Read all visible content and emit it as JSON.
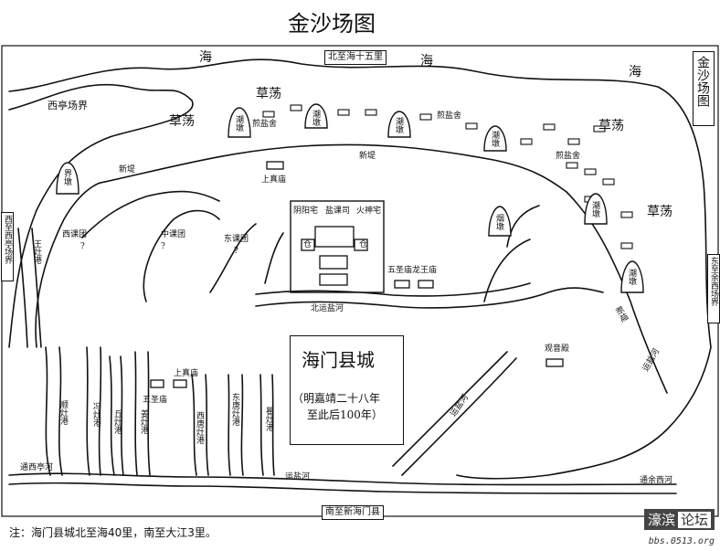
{
  "title": "金沙场图",
  "side_title": "金沙场图",
  "north_label": "北至海十五里",
  "south_label": "南至新海门县",
  "west_label": "西至西亭场界",
  "east_label": "东至余西场界",
  "sea_labels": [
    "海",
    "海",
    "海"
  ],
  "grass_labels": [
    "草荡",
    "草荡",
    "草荡",
    "草荡"
  ],
  "chaodun_label": "潮墩",
  "yandun_label": "烟墩",
  "jiedun_label": "界墩",
  "jianyanshe_label": "煎盐舍",
  "xiting_border": "西亭场界",
  "xindi_label": "新堤",
  "shangzhenmiao": "上真庙",
  "shangzhenmiao_small": "上真庙",
  "wushengmiao_small": "五圣庙",
  "ketuan": [
    "西课团",
    "中课团",
    "东课团"
  ],
  "question": "?",
  "compound": {
    "yinyang": "阴阳宅",
    "yanke": "盐课司",
    "huoshen": "火神宅",
    "cang": "仓"
  },
  "wushengmiao_longwang": "五圣庙龙王庙",
  "beiyun_river": "北运盐河",
  "city": {
    "name": "海门县城",
    "note_line1": "（明嘉靖二十八年",
    "note_line2": "至此后100年）"
  },
  "guanyindian": "观音殿",
  "xindi_diag": "新堤",
  "gangs": {
    "wang": "王灶港",
    "shun": "顺灶港",
    "feng": "冯灶港",
    "qiu": "丘灶港",
    "jiang": "姜灶港",
    "xitang": "西唐灶港",
    "dongtang": "东唐灶港",
    "qu": "瞿灶港"
  },
  "tong_xiting": "通西亭河",
  "yunyan_river": "运盐河",
  "tong_yuxi": "通余西河",
  "right_canal": "运盐河",
  "diag_canal": "运盐河",
  "footnote": "注：海门县城北至海40里，南至大江3里。",
  "watermark": {
    "left": "濠滨",
    "right": "论坛",
    "url": "bbs.0513.org"
  },
  "colors": {
    "ink": "#111111",
    "paper": "#ffffff"
  }
}
